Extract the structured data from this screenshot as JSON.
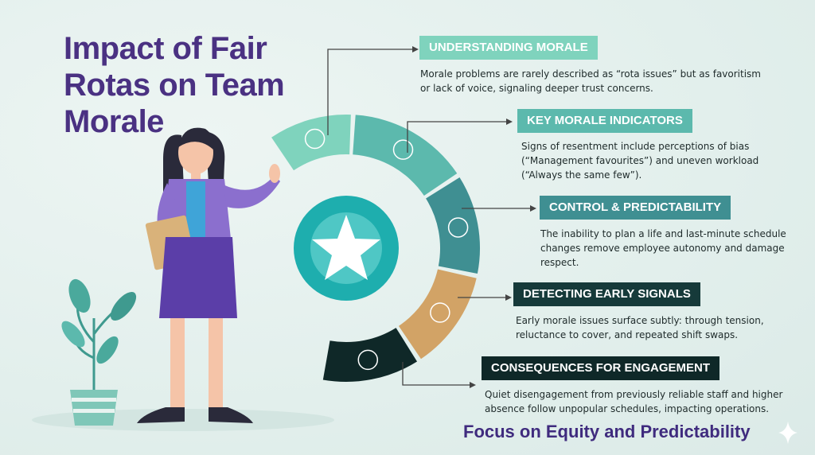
{
  "title": "Impact of Fair Rotas on Team Morale",
  "footer": "Focus on Equity and Predictability",
  "sections": [
    {
      "heading": "UNDERSTANDING MORALE",
      "text": "Morale problems are rarely described as “rota issues” but as favoritism or lack of voice, signaling deeper trust concerns.",
      "icon": "handshake-icon",
      "color": "#7fd3bd"
    },
    {
      "heading": "KEY MORALE INDICATORS",
      "text": "Signs of resentment include perceptions of bias (“Management favourites”) and uneven workload (“Always the same few”).",
      "icon": "hands-check-icon",
      "color": "#5cb9ad"
    },
    {
      "heading": "CONTROL & PREDICTABILITY",
      "text": "The inability to plan a life and last-minute schedule changes remove employee autonomy and damage respect.",
      "icon": "broken-chain-icon",
      "color": "#3f8f92"
    },
    {
      "heading": "DETECTING EARLY SIGNALS",
      "text": "Early morale issues surface subtly: through tension, reluctance to cover, and repeated shift swaps.",
      "icon": "clock-down-icon",
      "color": "#d2a366"
    },
    {
      "heading": "CONSEQUENCES FOR ENGAGEMENT",
      "text": "Quiet disengagement from previously reliable staff and higher absence follow unpopular schedules, impacting operations.",
      "icon": "sos-phone-icon",
      "color": "#0f2828"
    }
  ],
  "center_icon": "star-icon"
}
